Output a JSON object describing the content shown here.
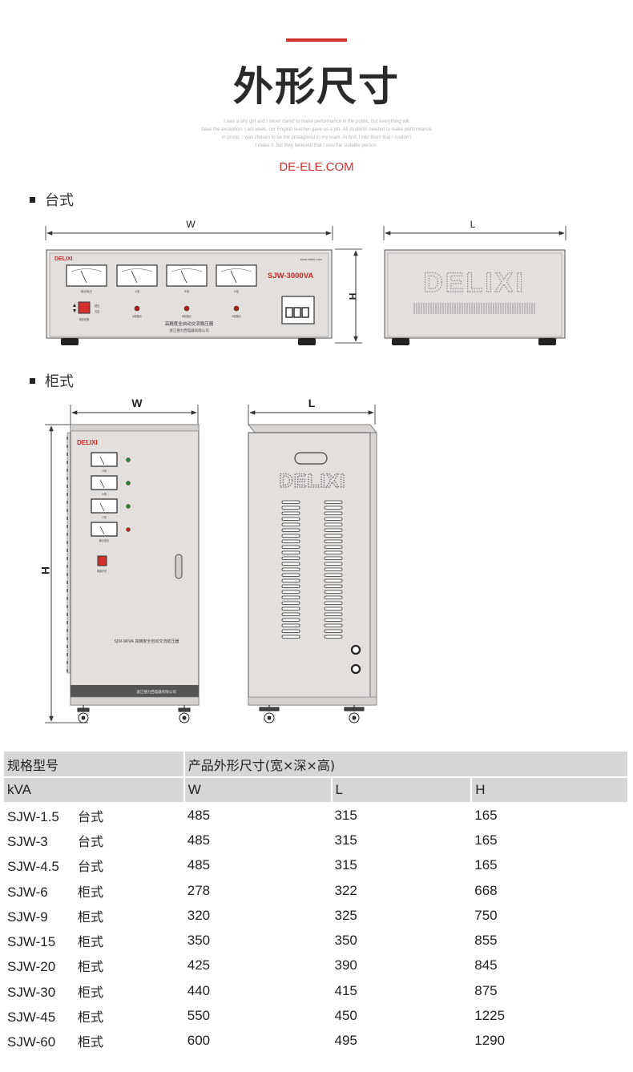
{
  "header": {
    "title": "外形尺寸",
    "fine_print": [
      "I was a shy girl and I never dared to make performance in the public, but everything will",
      "have the exception. Last week, our English teacher gave us a job. All students needed to make performance",
      "in group. I was chosen to be the protagonist in my team. At first, I told them that I couldn’t",
      "I make it, but they believed that I was the suitable person."
    ],
    "brand_url": "DE-ELE.COM"
  },
  "sections": {
    "desktop": {
      "heading": "台式"
    },
    "cabinet": {
      "heading": "柜式"
    }
  },
  "desktop_drawing": {
    "dim_w": "W",
    "dim_l": "L",
    "dim_h": "H",
    "brand": "DELIXI",
    "website": "www.delixi.com",
    "model_label": "SJW-3000VA",
    "meter_labels": [
      "输出电压",
      "1相",
      "B相",
      "A相"
    ],
    "button_labels": [
      "超压",
      "欠压",
      "电压切换"
    ],
    "lamp_labels": [
      "A相指示",
      "B相指示",
      "A相指示"
    ],
    "product_name": "高精度全自动交流稳压器",
    "company": "浙江德力西电器有限公司",
    "side_logo": "DELIXI",
    "colors": {
      "body": "#e3dfdc",
      "panel_border": "#6a6a6a",
      "model_red": "#c62828",
      "switch_red": "#d32f2f"
    }
  },
  "cabinet_drawing": {
    "dim_w": "W",
    "dim_l": "L",
    "dim_h": "H",
    "brand": "DELIXI",
    "meter_labels": [
      "A相",
      "B相",
      "C相",
      "输出电压"
    ],
    "switch_label": "电源开关",
    "model_text": "SJW-9KVA 高精度全自动交流稳压器",
    "company": "浙江德力西电器有限公司",
    "side_logo": "DELIXI"
  },
  "specs_table": {
    "header_row1": {
      "col1": "规格型号",
      "col2": "产品外形尺寸(宽×深×高)"
    },
    "header_row2": {
      "kva": "kVA",
      "w": "W",
      "l": "L",
      "h": "H"
    },
    "rows": [
      {
        "model": "SJW-1.5",
        "type": "台式",
        "w": "485",
        "l": "315",
        "h": "165"
      },
      {
        "model": "SJW-3",
        "type": "台式",
        "w": "485",
        "l": "315",
        "h": "165"
      },
      {
        "model": "SJW-4.5",
        "type": "台式",
        "w": "485",
        "l": "315",
        "h": "165"
      },
      {
        "model": "SJW-6",
        "type": "柜式",
        "w": "278",
        "l": "322",
        "h": "668"
      },
      {
        "model": "SJW-9",
        "type": "柜式",
        "w": "320",
        "l": "325",
        "h": "750"
      },
      {
        "model": "SJW-15",
        "type": "柜式",
        "w": "350",
        "l": "350",
        "h": "855"
      },
      {
        "model": "SJW-20",
        "type": "柜式",
        "w": "425",
        "l": "390",
        "h": "845"
      },
      {
        "model": "SJW-30",
        "type": "柜式",
        "w": "440",
        "l": "415",
        "h": "875"
      },
      {
        "model": "SJW-45",
        "type": "柜式",
        "w": "550",
        "l": "450",
        "h": "1225"
      },
      {
        "model": "SJW-60",
        "type": "柜式",
        "w": "600",
        "l": "495",
        "h": "1290"
      }
    ]
  }
}
